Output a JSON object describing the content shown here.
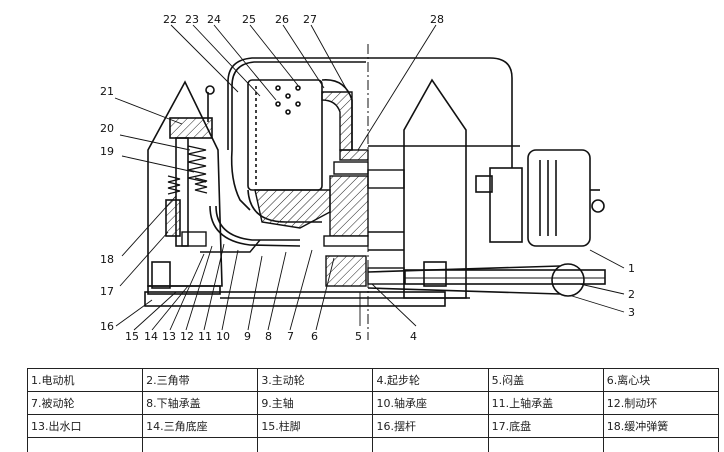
{
  "callouts": {
    "c1": "1",
    "c2": "2",
    "c3": "3",
    "c4": "4",
    "c5": "5",
    "c6": "6",
    "c7": "7",
    "c8": "8",
    "c9": "9",
    "c10": "10",
    "c11": "11",
    "c12": "12",
    "c13": "13",
    "c14": "14",
    "c15": "15",
    "c16": "16",
    "c17": "17",
    "c18": "18",
    "c19": "19",
    "c20": "20",
    "c21": "21",
    "c22": "22",
    "c23": "23",
    "c24": "24",
    "c25": "25",
    "c26": "26",
    "c27": "27",
    "c28": "28"
  },
  "parts": [
    [
      "1.电动机",
      "2.三角带",
      "3.主动轮",
      "4.起步轮",
      "5.闷盖",
      "6.离心块"
    ],
    [
      "7.被动轮",
      "8.下轴承盖",
      "9.主轴",
      "10.轴承座",
      "11.上轴承盖",
      "12.制动环"
    ],
    [
      "13.出水口",
      "14.三角底座",
      "15.柱脚",
      "16.摆杆",
      "17.底盘",
      "18.缓冲弹簧"
    ],
    [
      "",
      "",
      "",
      "",
      "",
      ""
    ]
  ]
}
